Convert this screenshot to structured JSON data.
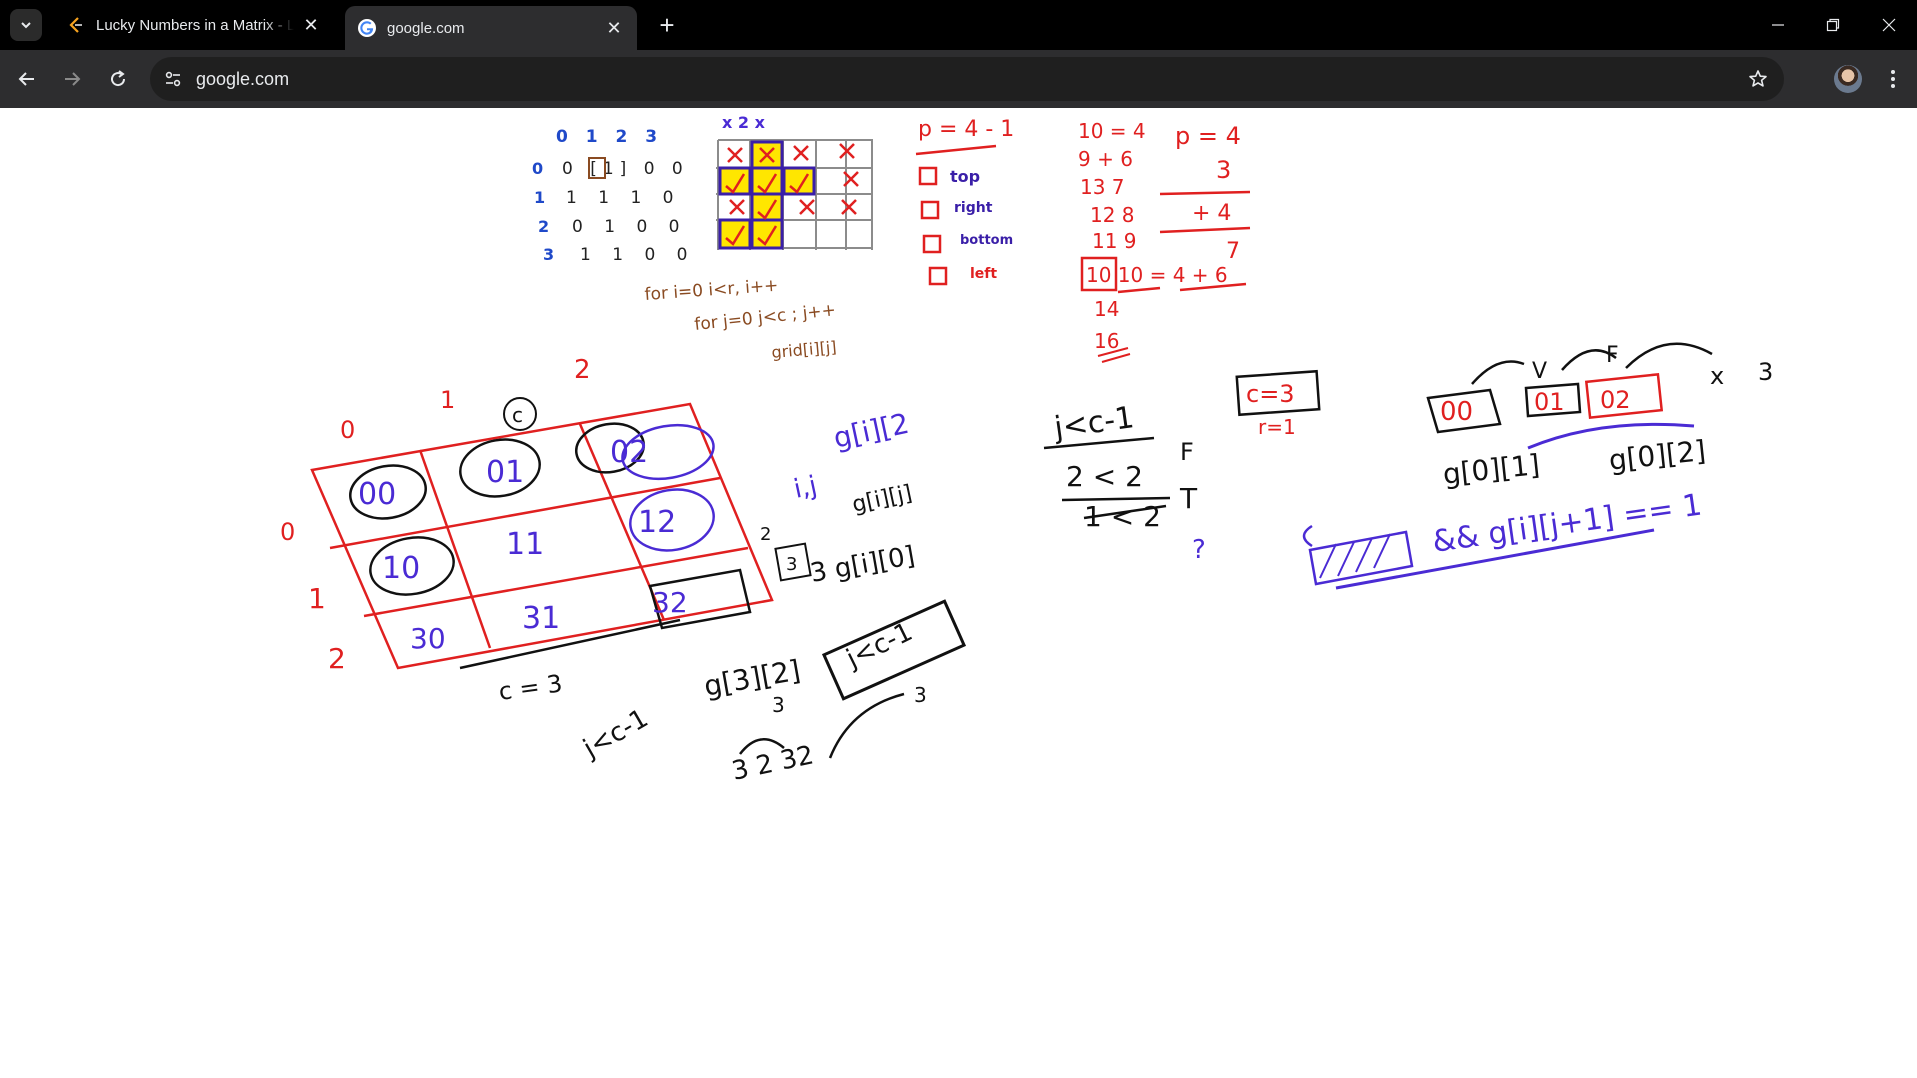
{
  "browser": {
    "tabs": [
      {
        "title": "Lucky Numbers in a Matrix - Le",
        "active": false,
        "favicon": "leetcode-icon"
      },
      {
        "title": "google.com",
        "active": true,
        "favicon": "google-icon"
      }
    ],
    "address": "google.com"
  },
  "whiteboard": {
    "grid_small": {
      "col_header": "0 1 2 3",
      "row_labels": [
        "0",
        "1",
        "2",
        "3"
      ],
      "rows": [
        "0 [1] 0 0",
        "1 1 1 0",
        "0 1 0 0",
        "1 1 0 0"
      ]
    },
    "grid_yellow_label": "x 2 x",
    "code_lines": [
      "for i=0 i<r, i++",
      "for j=0 j<c ; j++",
      "grid[i][j]"
    ],
    "perimeter": {
      "title": "p = 4 - 1",
      "checks": [
        "top",
        "right",
        "bottom",
        "left"
      ]
    },
    "arith_left": [
      "10 = 4",
      "9 + 6",
      "13  7",
      "12  8",
      "11  9",
      "10  10 = 4 + 6",
      "14",
      "16"
    ],
    "arith_right": [
      "p = 4",
      "3",
      "+ 4",
      "7"
    ],
    "big_grid": {
      "col_labels": [
        "0",
        "1",
        "2"
      ],
      "row_labels": [
        "0",
        "1",
        "2"
      ],
      "c_label": "c",
      "cells": [
        [
          "00",
          "01",
          "02"
        ],
        [
          "10",
          "11",
          "12"
        ],
        [
          "30",
          "31",
          "32"
        ]
      ],
      "c_eq": "c = 3"
    },
    "notes_mid": [
      "i,j",
      "g[i][2",
      "g[i][j]",
      "3 g[i][0]",
      "2",
      "3",
      "j<c-1",
      "g[3][2]",
      "j<c-1",
      "3",
      "3",
      "3 2 32"
    ],
    "cond_block": [
      "j<c-1",
      "2 < 2",
      "F",
      "1 < 2",
      "T",
      "?",
      "c=3",
      "r=1"
    ],
    "right_block": {
      "boxes": [
        "00",
        "01",
        "02"
      ],
      "marks": [
        "V",
        "F",
        "x",
        "3"
      ],
      "refs": [
        "g[0][1]",
        "g[0][2]"
      ],
      "condition": "&& g[i][j+1] == 1"
    }
  }
}
